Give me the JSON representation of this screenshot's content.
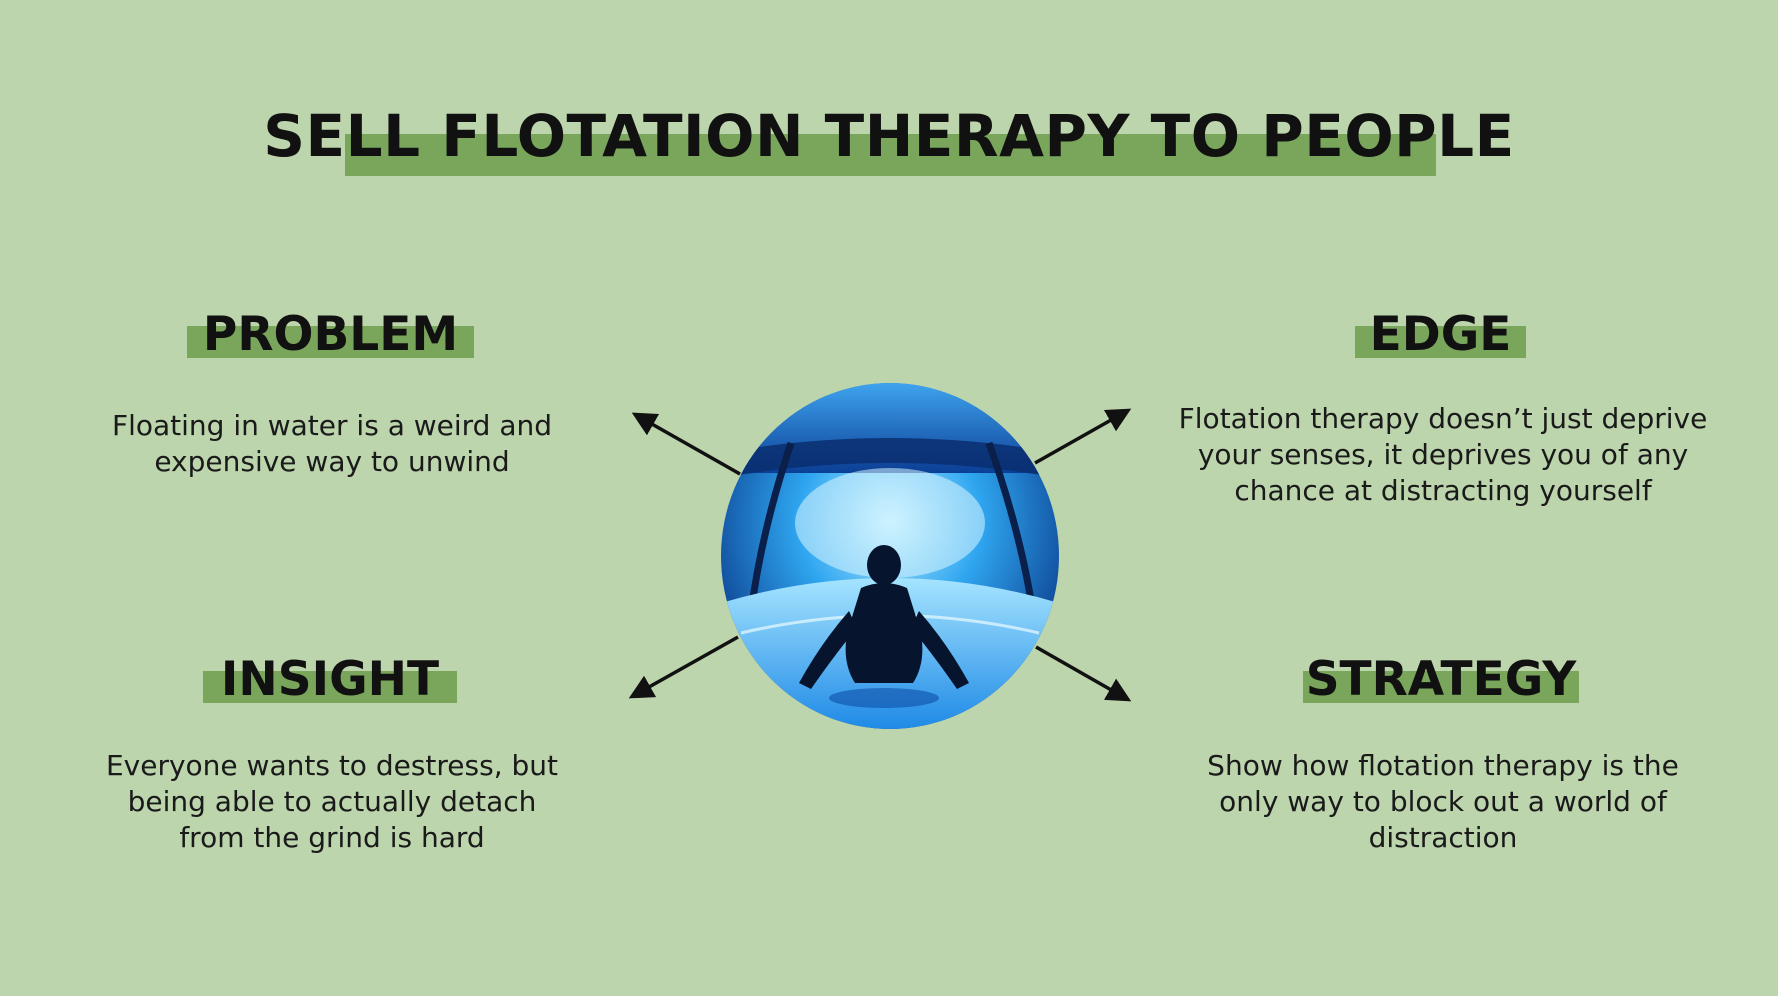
{
  "title": "SELL FLOTATION THERAPY TO PEOPLE",
  "colors": {
    "background": "#bcd5ad",
    "highlight": "#7aa65c",
    "text": "#111111"
  },
  "sections": {
    "problem": {
      "heading": "PROBLEM",
      "lines": [
        "Floating in water is a weird and",
        "expensive way to unwind"
      ]
    },
    "edge": {
      "heading": "EDGE",
      "lines": [
        "Flotation therapy doesn’t just deprive",
        "your senses, it deprives you of any",
        "chance at distracting yourself"
      ]
    },
    "insight": {
      "heading": "INSIGHT",
      "lines": [
        "Everyone wants to destress, but",
        "being able to actually detach",
        "from the grind is hard"
      ]
    },
    "strategy": {
      "heading": "STRATEGY",
      "lines": [
        "Show how flotation therapy is the",
        "only way to block out a world of",
        "distraction"
      ]
    }
  }
}
